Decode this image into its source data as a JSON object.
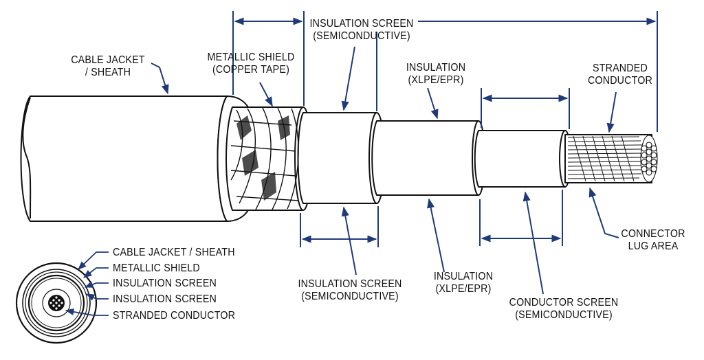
{
  "colors": {
    "outline": "#111111",
    "annotation": "#1f3a78",
    "fill": "#ffffff"
  },
  "labels": {
    "cable_jacket": [
      "CABLE JACKET",
      "/ SHEATH"
    ],
    "metallic_shield": [
      "METALLIC SHIELD",
      "(COPPER TAPE)"
    ],
    "insulation_screen_top": [
      "INSULATION SCREEN",
      "(SEMICONDUCTIVE)"
    ],
    "insulation_top": [
      "INSULATION",
      "(XLPE/EPR)"
    ],
    "stranded_conductor": [
      "STRANDED",
      "CONDUCTOR"
    ],
    "insulation_screen_bottom": [
      "INSULATION SCREEN",
      "(SEMICONDUCTIVE)"
    ],
    "insulation_bottom": [
      "INSULATION",
      "(XLPE/EPR)"
    ],
    "conductor_screen": [
      "CONDUCTOR SCREEN",
      "(SEMICONDUCTIVE)"
    ],
    "connector_lug": [
      "CONNECTOR",
      "LUG AREA"
    ]
  },
  "legend": [
    "CABLE JACKET / SHEATH",
    "METALLIC SHIELD",
    "INSULATION SCREEN",
    "INSULATION SCREEN",
    "STRANDED CONDUCTOR"
  ]
}
